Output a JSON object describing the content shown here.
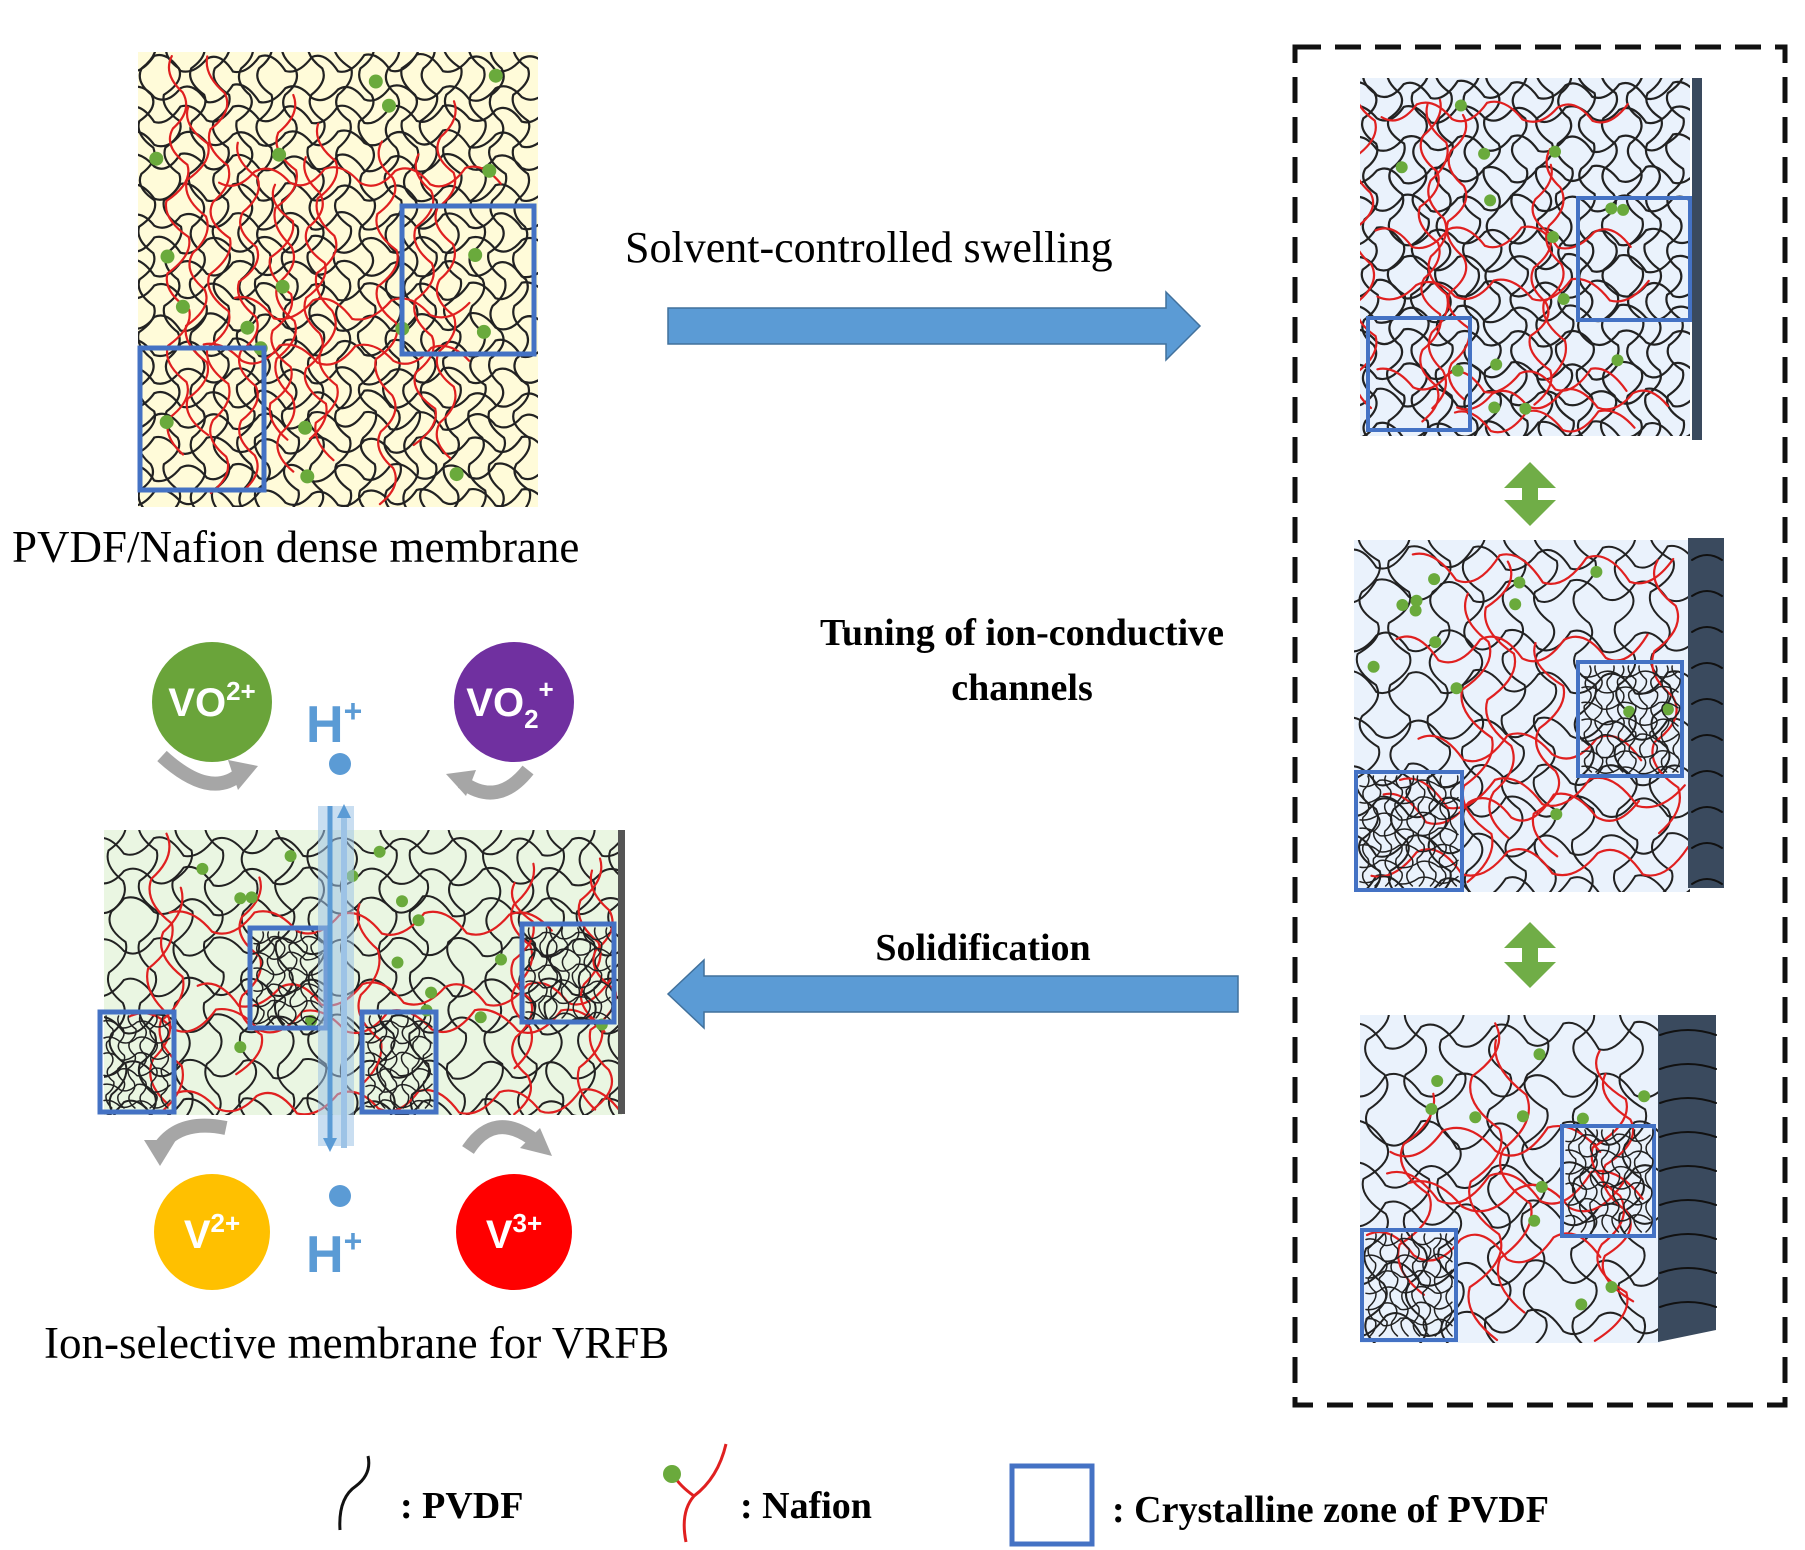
{
  "labels": {
    "dense_membrane": "PVDF/Nafion dense membrane",
    "swelling": "Solvent-controlled swelling",
    "tuning_line1": "Tuning of ion-conductive",
    "tuning_line2": "channels",
    "solidification": "Solidification",
    "isolation": "Ion-selective membrane for VRFB"
  },
  "ions": {
    "vo2p": {
      "base": "VO",
      "sup": "2+",
      "color": "#6aa43a"
    },
    "vo2plus": {
      "base": "VO",
      "sub": "2",
      "sup": "+",
      "color": "#7030a0"
    },
    "v2p": {
      "base": "V",
      "sup": "2+",
      "color": "#ffc000"
    },
    "v3p": {
      "base": "V",
      "sup": "3+",
      "color": "#ff0000"
    },
    "h_top": {
      "base": "H",
      "sup": "+",
      "color": "#5b9bd5"
    },
    "h_bottom": {
      "base": "H",
      "sup": "+",
      "color": "#5b9bd5"
    }
  },
  "legend": {
    "pvdf": ": PVDF",
    "nafion": ": Nafion",
    "crystalline": ": Crystalline zone of PVDF"
  },
  "colors": {
    "pvdf_chain": "#222222",
    "nafion_chain": "#e02020",
    "nafion_bead": "#6aaa3c",
    "crystalline_box": "#4472c4",
    "arrow_blue": "#5b9bd5",
    "arrow_green": "#70ad47",
    "dense_bg": "#fffbd9",
    "swollen_bg": "#eaf2fc",
    "final_bg": "#eaf6e2",
    "side_bar": "#3a4a5e"
  }
}
